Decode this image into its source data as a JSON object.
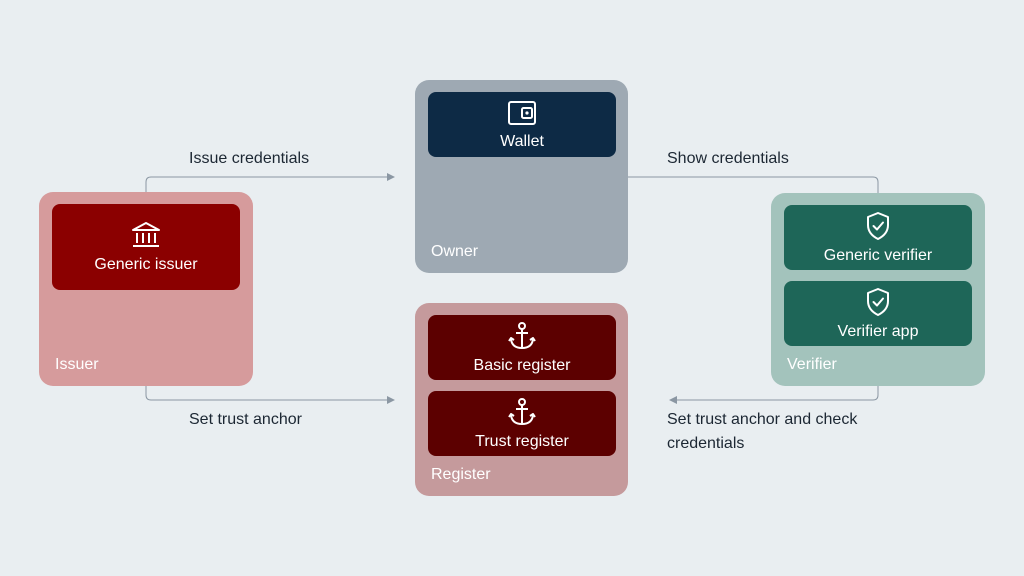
{
  "groups": {
    "issuer": {
      "label": "Issuer",
      "cards": [
        {
          "label": "Generic issuer",
          "icon": "bank-icon"
        }
      ]
    },
    "owner": {
      "label": "Owner",
      "cards": [
        {
          "label": "Wallet",
          "icon": "wallet-icon"
        }
      ]
    },
    "verifier": {
      "label": "Verifier",
      "cards": [
        {
          "label": "Generic verifier",
          "icon": "shield-check-icon"
        },
        {
          "label": "Verifier app",
          "icon": "shield-check-icon"
        }
      ]
    },
    "register": {
      "label": "Register",
      "cards": [
        {
          "label": "Basic register",
          "icon": "anchor-icon"
        },
        {
          "label": "Trust register",
          "icon": "anchor-icon"
        }
      ]
    }
  },
  "flows": {
    "issue_credentials": "Issue credentials",
    "show_credentials": "Show credentials",
    "set_trust_anchor": "Set trust anchor",
    "set_trust_anchor_check": "Set trust anchor and check credentials"
  },
  "colors": {
    "background": "#e9eef1",
    "issuer_group": "#d69b9c",
    "issuer_card": "#8b0000",
    "owner_group": "#9ea9b3",
    "owner_card": "#0d2a45",
    "verifier_group": "#a3c3bc",
    "verifier_card": "#1e6658",
    "register_group": "#c59a9c",
    "register_card": "#5c0000",
    "connector": "#8b97a3"
  }
}
